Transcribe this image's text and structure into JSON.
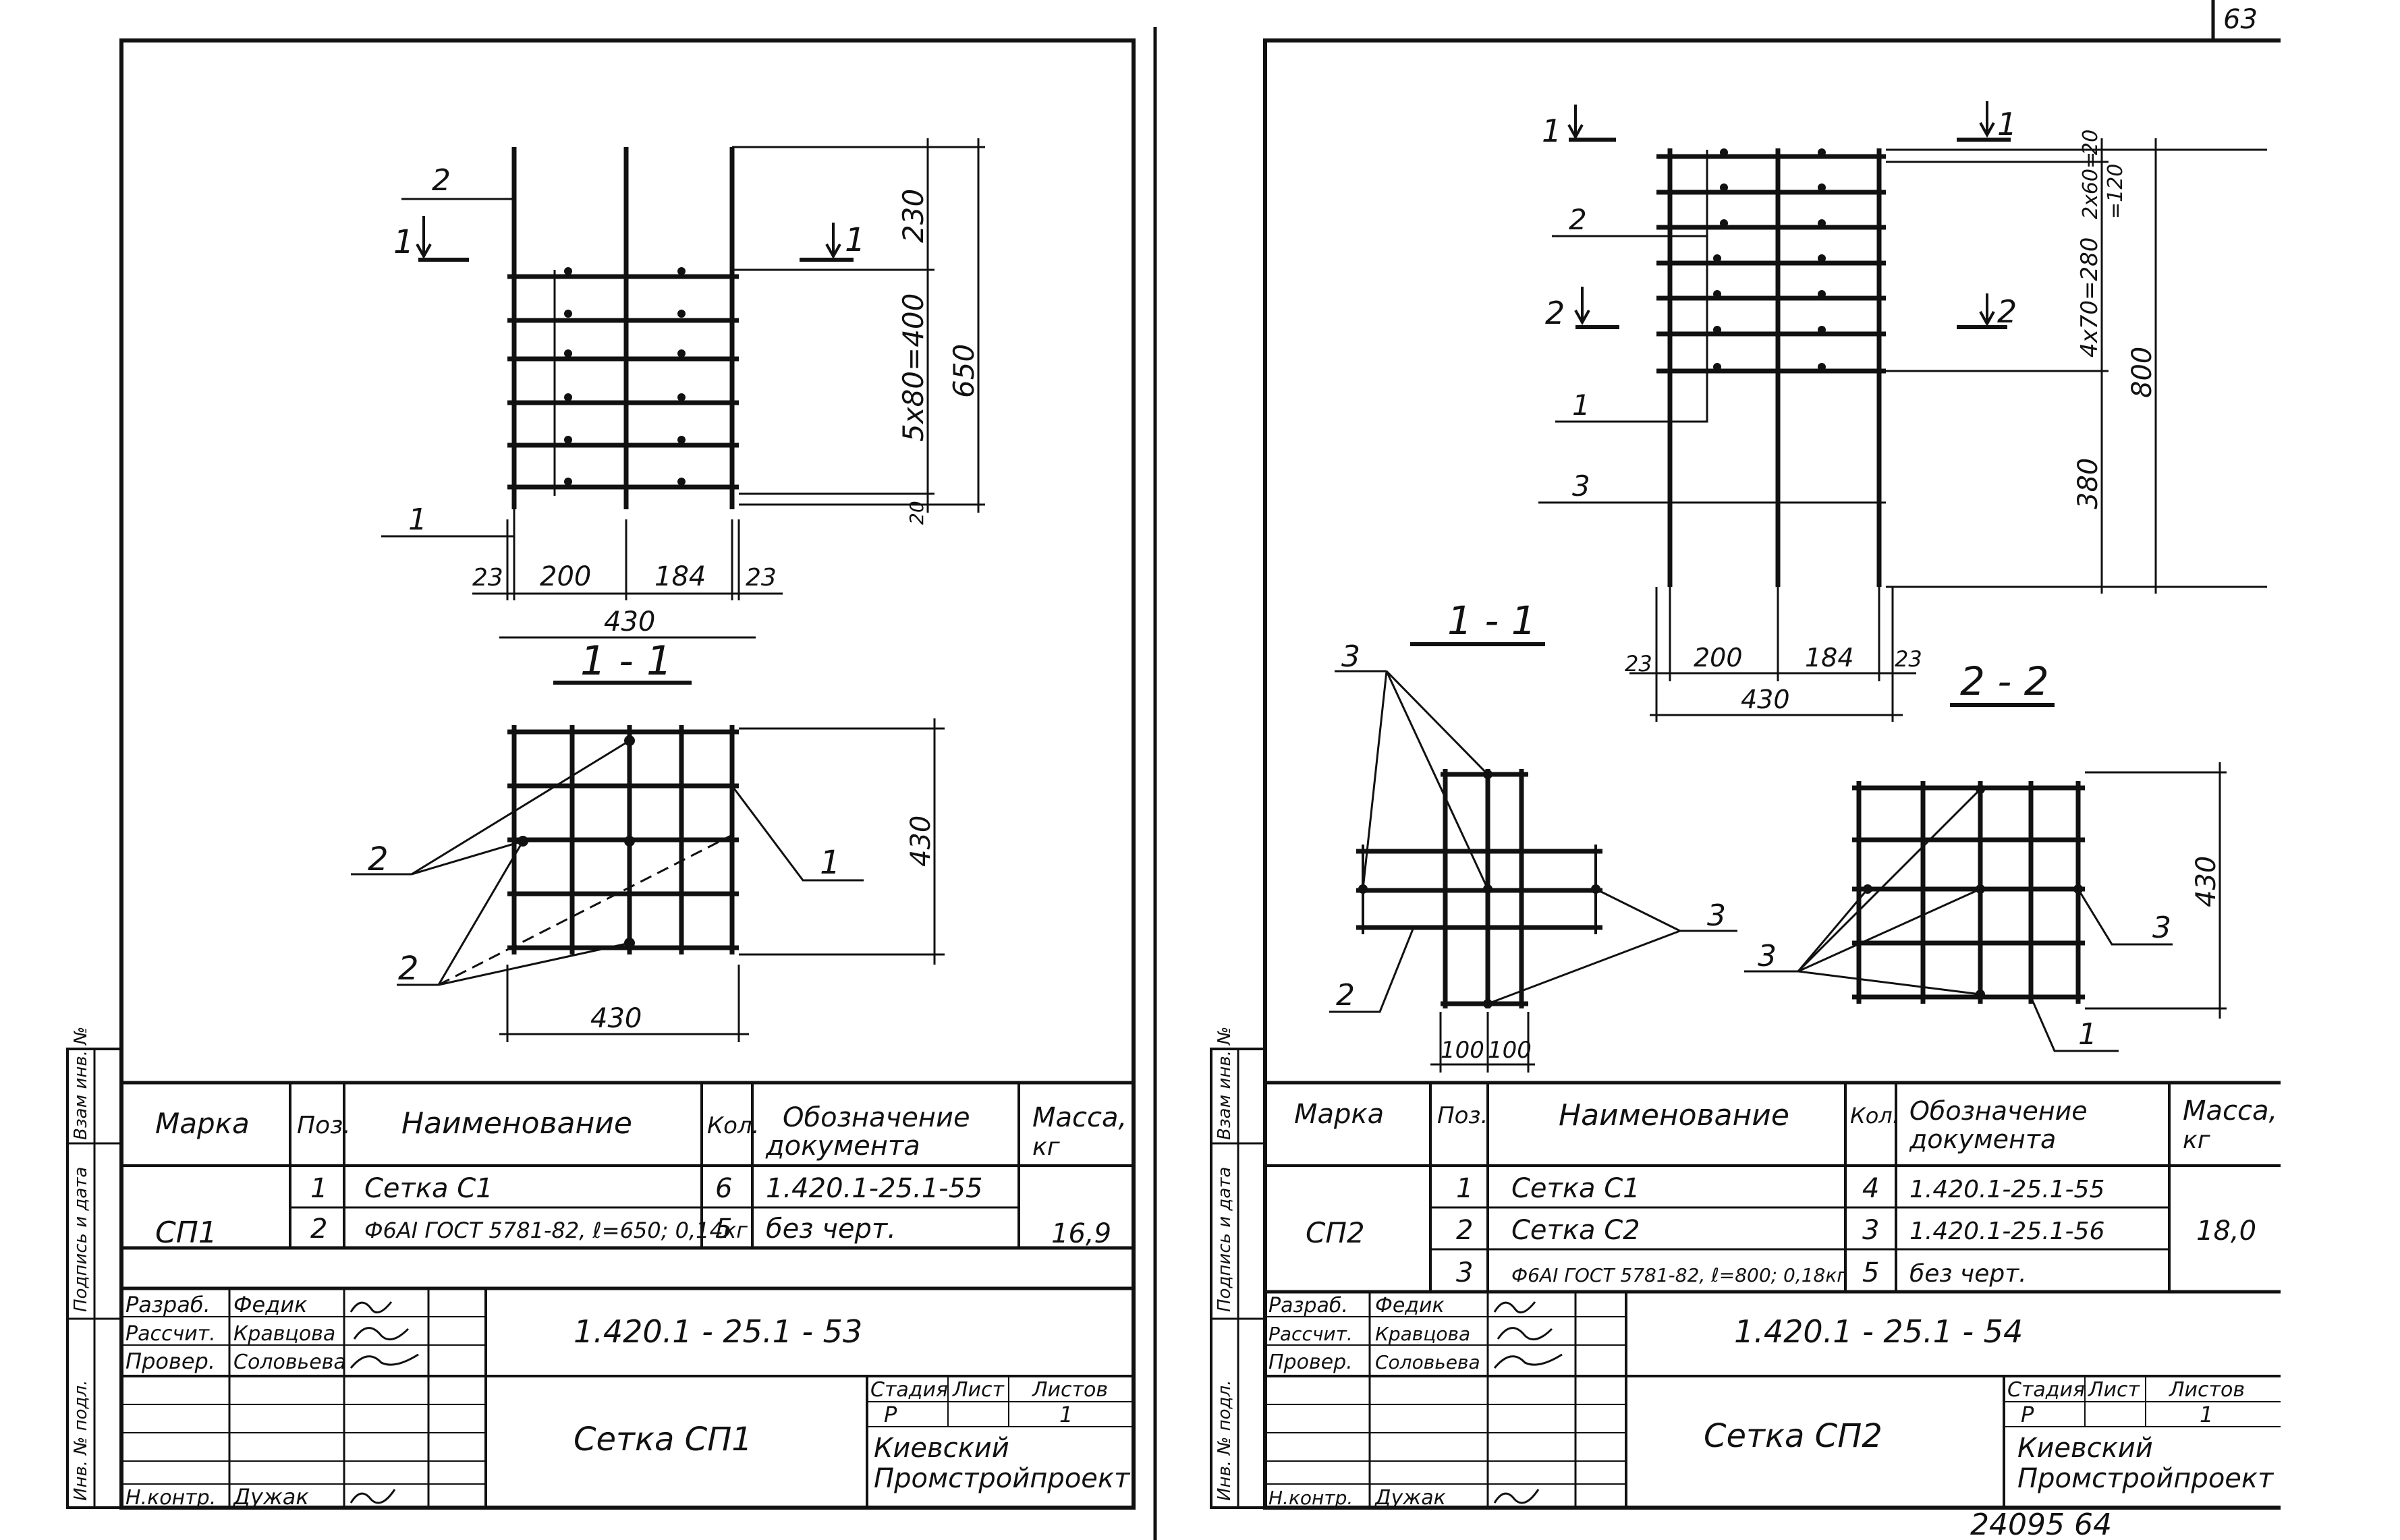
{
  "corner_number": "63",
  "bottom_number": "24095 64",
  "side_labels": [
    "Взам инв. №",
    "Подпись и дата",
    "Инв. № подл."
  ],
  "left_sheet": {
    "cut_mark": "1",
    "pos_labels": {
      "p1": "1",
      "p2": "2"
    },
    "dims": {
      "d230": "230",
      "d5x80": "5x80=400",
      "d650": "650",
      "d20": "20",
      "d23a": "23",
      "d200": "200",
      "d184": "184",
      "d23b": "23",
      "d430": "430",
      "d430v": "430",
      "d430b": "430"
    },
    "section_title": "1 - 1",
    "section_labels": {
      "s2a": "2",
      "s2b": "2",
      "s1": "1"
    },
    "table": {
      "headers": {
        "marka": "Марка",
        "poz": "Поз.",
        "name": "Наименование",
        "kol": "Кол.",
        "doc_l1": "Обозначение",
        "doc_l2": "документа",
        "mass_l1": "Масса,",
        "mass_l2": "кг"
      },
      "mark": "СП1",
      "mass": "16,9",
      "rows": [
        {
          "poz": "1",
          "name": "Сетка     С1",
          "kol": "6",
          "doc": "1.420.1-25.1-55"
        },
        {
          "poz": "2",
          "name": "Ф6АI  ГОСТ 5781-82, ℓ=650; 0,14кг",
          "kol": "5",
          "doc": "без   черт."
        }
      ]
    },
    "stamp": {
      "roles": [
        "Разраб.",
        "Рассчит.",
        "Провер.",
        "",
        "",
        "",
        "",
        "Н.контр."
      ],
      "names": [
        "Федик",
        "Кравцова",
        "Соловьева",
        "",
        "",
        "",
        "",
        "Дужак"
      ],
      "code": "1.420.1 - 25.1 - 53",
      "title": "Сетка    СП1",
      "stage_hdr": "Стадия",
      "sheet_hdr": "Лист",
      "sheets_hdr": "Листов",
      "stage": "Р",
      "sheets": "1",
      "org_l1": "Киевский",
      "org_l2": "Промстройпроект"
    }
  },
  "right_sheet": {
    "cut_labels": {
      "c1l": "1",
      "c1r": "1",
      "c2l": "2",
      "c2r": "2"
    },
    "pos_labels": {
      "p2": "2",
      "p1": "1",
      "p3": "3"
    },
    "dims": {
      "d20": "20",
      "d2x60": "2x60=",
      "d120": "=120",
      "d4x70": "4x70=280",
      "d800": "800",
      "d380": "380",
      "d23a": "23",
      "d200": "200",
      "d184": "184",
      "d23b": "23",
      "d430": "430",
      "d100a": "100",
      "d100b": "100",
      "d430v": "430"
    },
    "section1_title": "1 - 1",
    "section2_title": "2 - 2",
    "section_labels": {
      "a3": "3",
      "a2": "2",
      "b3": "3",
      "c3l": "3",
      "c3r": "3",
      "c1": "1"
    },
    "table": {
      "headers": {
        "marka": "Марка",
        "poz": "Поз.",
        "name": "Наименование",
        "kol": "Кол.",
        "doc_l1": "Обозначение",
        "doc_l2": "документа",
        "mass_l1": "Масса,",
        "mass_l2": "кг"
      },
      "mark": "СП2",
      "mass": "18,0",
      "rows": [
        {
          "poz": "1",
          "name": "Сетка   С1",
          "kol": "4",
          "doc": "1.420.1-25.1-55"
        },
        {
          "poz": "2",
          "name": "Сетка   С2",
          "kol": "3",
          "doc": "1.420.1-25.1-56"
        },
        {
          "poz": "3",
          "name": "Ф6АI  ГОСТ 5781-82, ℓ=800; 0,18кг",
          "kol": "5",
          "doc": "без   черт."
        }
      ]
    },
    "stamp": {
      "roles": [
        "Разраб.",
        "Рассчит.",
        "Провер.",
        "",
        "",
        "",
        "",
        "Н.контр."
      ],
      "names": [
        "Федик",
        "Кравцова",
        "Соловьева",
        "",
        "",
        "",
        "",
        "Дужак"
      ],
      "code": "1.420.1 - 25.1 - 54",
      "title": "Сетка    СП2",
      "stage_hdr": "Стадия",
      "sheet_hdr": "Лист",
      "sheets_hdr": "Листов",
      "stage": "Р",
      "sheets": "1",
      "org_l1": "Киевский",
      "org_l2": "Промстройпроект"
    }
  }
}
